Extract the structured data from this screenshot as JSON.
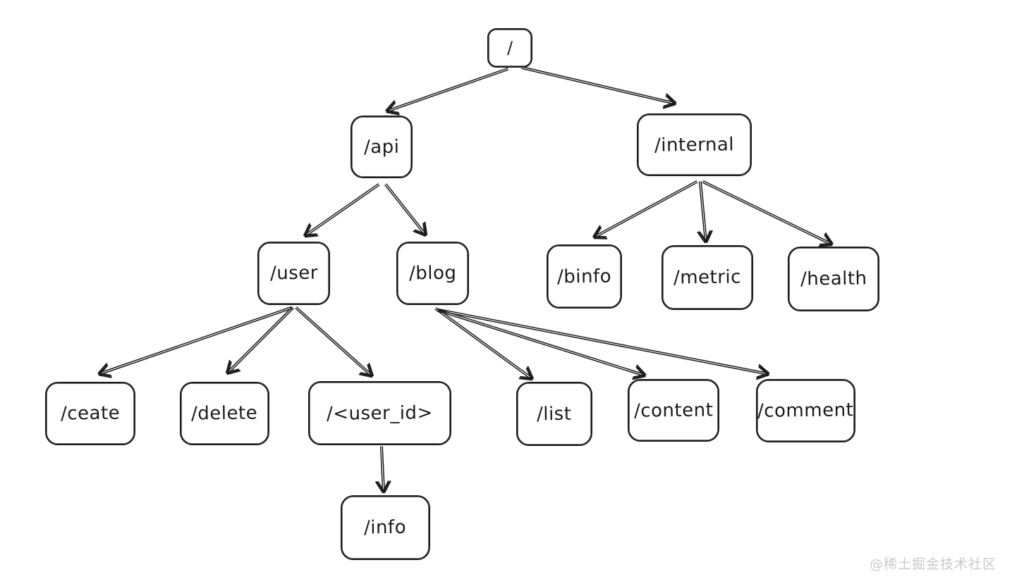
{
  "diagram": {
    "nodes": [
      {
        "id": "root",
        "label": "/"
      },
      {
        "id": "api",
        "label": "/api"
      },
      {
        "id": "internal",
        "label": "/internal"
      },
      {
        "id": "user",
        "label": "/user"
      },
      {
        "id": "blog",
        "label": "/blog"
      },
      {
        "id": "binfo",
        "label": "/binfo"
      },
      {
        "id": "metric",
        "label": "/metric"
      },
      {
        "id": "health",
        "label": "/health"
      },
      {
        "id": "ceate",
        "label": "/ceate"
      },
      {
        "id": "delete",
        "label": "/delete"
      },
      {
        "id": "user_id",
        "label": "/<user_id>"
      },
      {
        "id": "list",
        "label": "/list"
      },
      {
        "id": "content",
        "label": "/content"
      },
      {
        "id": "comment",
        "label": "/comment"
      },
      {
        "id": "info",
        "label": "/info"
      }
    ],
    "edges": [
      {
        "from": "root",
        "to": "api"
      },
      {
        "from": "root",
        "to": "internal"
      },
      {
        "from": "api",
        "to": "user"
      },
      {
        "from": "api",
        "to": "blog"
      },
      {
        "from": "internal",
        "to": "binfo"
      },
      {
        "from": "internal",
        "to": "metric"
      },
      {
        "from": "internal",
        "to": "health"
      },
      {
        "from": "user",
        "to": "ceate"
      },
      {
        "from": "user",
        "to": "delete"
      },
      {
        "from": "user",
        "to": "user_id"
      },
      {
        "from": "blog",
        "to": "list"
      },
      {
        "from": "blog",
        "to": "content"
      },
      {
        "from": "blog",
        "to": "comment"
      },
      {
        "from": "user_id",
        "to": "info"
      }
    ]
  },
  "watermark": {
    "text": "@稀土掘金技术社区"
  },
  "colors": {
    "stroke": "#1b1b1b",
    "background": "#ffffff",
    "watermark": "#c9c9c9"
  }
}
